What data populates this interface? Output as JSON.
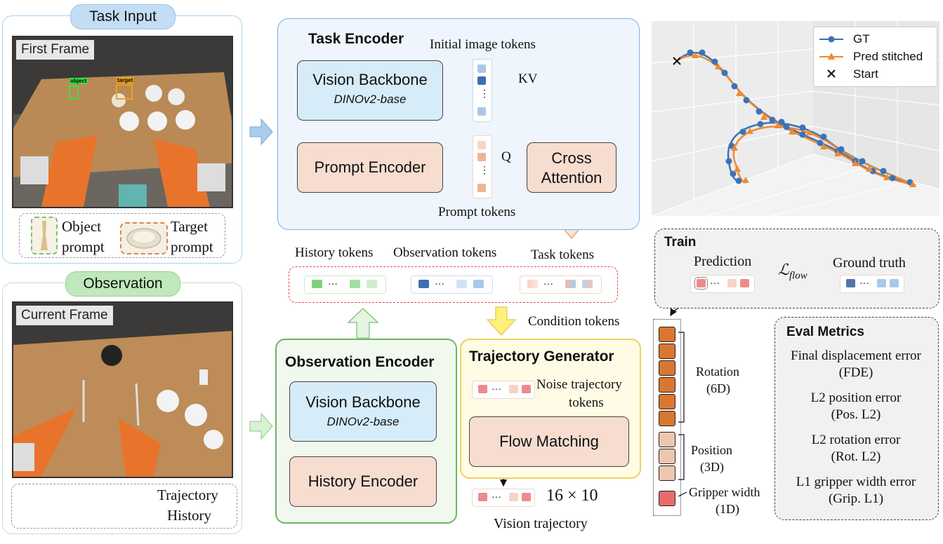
{
  "task_input": {
    "title": "Task Input",
    "frame_label": "First Frame",
    "object_box_label": "object",
    "target_box_label": "target",
    "object_prompt": [
      "Object",
      "prompt"
    ],
    "target_prompt": [
      "Target",
      "prompt"
    ]
  },
  "observation": {
    "title": "Observation",
    "frame_label": "Current Frame",
    "trajectory_history": [
      "Trajectory",
      "History"
    ]
  },
  "task_encoder": {
    "title": "Task Encoder",
    "initial_image_tokens": "Initial image tokens",
    "vision_backbone": "Vision Backbone",
    "vision_backbone_sub": "DINOv2-base",
    "prompt_encoder": "Prompt Encoder",
    "kv_label": "KV",
    "q_label": "Q",
    "cross_attention": [
      "Cross",
      "Attention"
    ],
    "prompt_tokens": "Prompt tokens"
  },
  "tokens": {
    "history": "History tokens",
    "observation": "Observation tokens",
    "task": "Task tokens",
    "condition": "Condition tokens",
    "ellipsis": "···",
    "vdots": "⋮"
  },
  "observation_encoder": {
    "title": "Observation Encoder",
    "vision_backbone": "Vision Backbone",
    "vision_backbone_sub": "DINOv2-base",
    "history_encoder": "History Encoder"
  },
  "trajectory_generator": {
    "title": "Trajectory Generator",
    "noise_tokens": [
      "Noise trajectory",
      "tokens"
    ],
    "flow_matching": "Flow Matching",
    "output_size": "16 × 10",
    "output_label": "Vision trajectory"
  },
  "legend": {
    "gt": "GT",
    "pred": "Pred stitched",
    "start": "Start"
  },
  "train": {
    "title": "Train",
    "prediction": "Prediction",
    "ground_truth": "Ground truth",
    "loss": "flow"
  },
  "vector": {
    "rotation": [
      "Rotation",
      "(6D)"
    ],
    "position": [
      "Position",
      "(3D)"
    ],
    "gripper": [
      "Gripper width",
      "(1D)"
    ]
  },
  "eval": {
    "title": "Eval Metrics",
    "metrics": [
      {
        "name": "Final displacement error",
        "abbr": "(FDE)"
      },
      {
        "name": "L2 position error",
        "abbr": "(Pos. L2)"
      },
      {
        "name": "L2 rotation error",
        "abbr": "(Rot. L2)"
      },
      {
        "name": "L1 gripper width error",
        "abbr": "(Grip. L1)"
      }
    ]
  },
  "colors": {
    "blue_box": "#d6ecf8",
    "peach_box": "#f6ddd0",
    "gt": "#3a73b8",
    "pred": "#ef8a33",
    "green": "#90d694",
    "rotation": "#d9772f",
    "position": "#efc6ad",
    "gripper": "#e86c6c"
  }
}
